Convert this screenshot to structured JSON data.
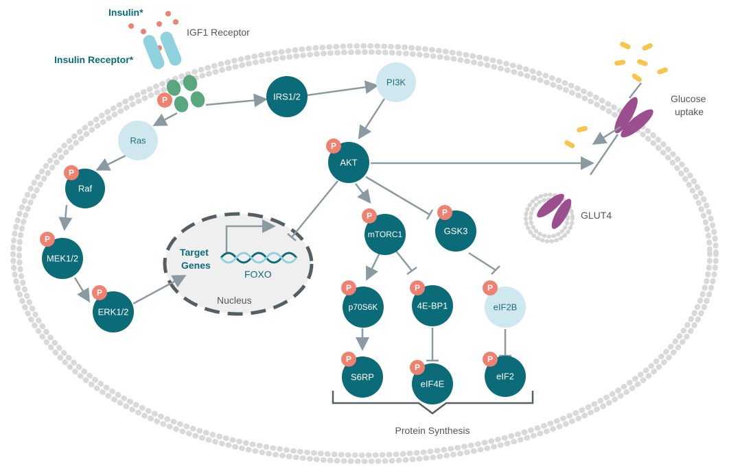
{
  "colors": {
    "node_dark": "#0b6b78",
    "node_light": "#cfe7ee",
    "phospho": "#ef8171",
    "arrow": "#8a9aa0",
    "membrane": "#d6d6d6",
    "receptor_light": "#8fd2de",
    "receptor_green": "#5aa77f",
    "glut": "#9b4f8f",
    "glucose": "#f7c54a"
  },
  "labels": {
    "insulin": "Insulin*",
    "igf1_receptor": "IGF1 Receptor",
    "insulin_receptor": "Insulin Receptor*",
    "glucose_uptake_line1": "Glucose",
    "glucose_uptake_line2": "uptake",
    "glut4": "GLUT4",
    "target_genes_line1": "Target",
    "target_genes_line2": "Genes",
    "foxo": "FOXO",
    "nucleus": "Nucleus",
    "protein_synthesis": "Protein Synthesis",
    "phospho": "P"
  },
  "nodes": {
    "irs": "IRS1/2",
    "pi3k": "PI3K",
    "ras": "Ras",
    "akt": "AKT",
    "raf": "Raf",
    "mek": "MEK1/2",
    "erk": "ERK1/2",
    "mtorc1": "mTORC1",
    "gsk3": "GSK3",
    "p70s6k": "p70S6K",
    "ebp1": "4E-BP1",
    "eif2b": "eIF2B",
    "s6rp": "S6RP",
    "eif4e": "eIF4E",
    "eif2": "eIF2"
  }
}
